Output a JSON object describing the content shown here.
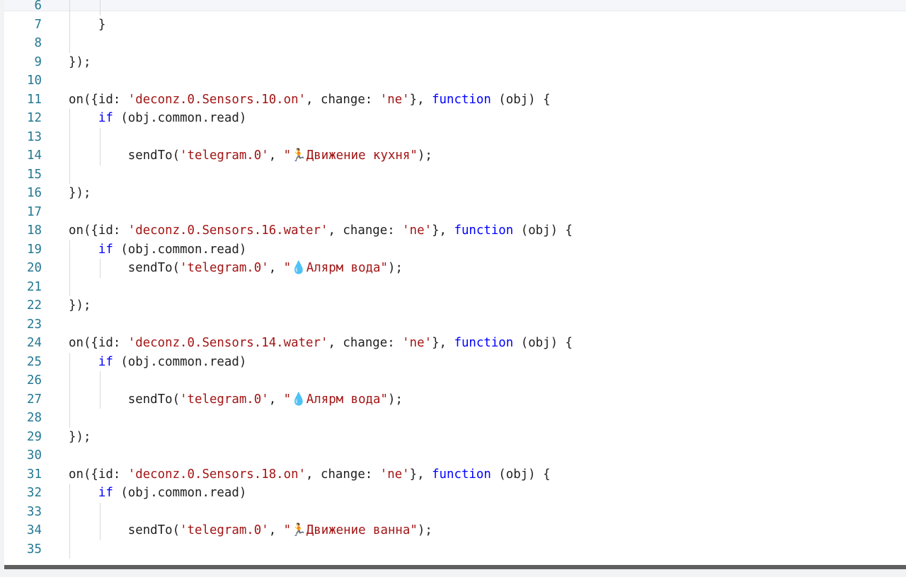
{
  "editor": {
    "colors": {
      "background": "#ffffff",
      "line_number": "#237893",
      "string": "#a31515",
      "keyword": "#0000ff",
      "text": "#1f1f1f",
      "indent_guide": "#d9d9d9",
      "scrollbar": "#5f5f5f"
    },
    "lines": [
      {
        "n": "6",
        "guides": 2,
        "tokens": []
      },
      {
        "n": "7",
        "guides": 1,
        "tokens": [
          {
            "t": "    }",
            "c": "plain"
          }
        ]
      },
      {
        "n": "8",
        "guides": 1,
        "tokens": []
      },
      {
        "n": "9",
        "guides": 0,
        "tokens": [
          {
            "t": "});",
            "c": "plain"
          }
        ]
      },
      {
        "n": "10",
        "guides": 0,
        "tokens": []
      },
      {
        "n": "11",
        "guides": 0,
        "tokens": [
          {
            "t": "on({id: ",
            "c": "plain"
          },
          {
            "t": "'deconz.0.Sensors.10.on'",
            "c": "str"
          },
          {
            "t": ", change: ",
            "c": "plain"
          },
          {
            "t": "'ne'",
            "c": "str"
          },
          {
            "t": "}, ",
            "c": "plain"
          },
          {
            "t": "function",
            "c": "kw"
          },
          {
            "t": " (obj) {",
            "c": "plain"
          }
        ]
      },
      {
        "n": "12",
        "guides": 1,
        "tokens": [
          {
            "t": "    ",
            "c": "plain"
          },
          {
            "t": "if",
            "c": "kw"
          },
          {
            "t": " (obj.common.read)",
            "c": "plain"
          }
        ]
      },
      {
        "n": "13",
        "guides": 2,
        "tokens": []
      },
      {
        "n": "14",
        "guides": 2,
        "tokens": [
          {
            "t": "        sendTo(",
            "c": "plain"
          },
          {
            "t": "'telegram.0'",
            "c": "str"
          },
          {
            "t": ", ",
            "c": "plain"
          },
          {
            "t": "\"",
            "c": "str"
          },
          {
            "t": "🏃",
            "c": "emoji"
          },
          {
            "t": "Движение кухня\"",
            "c": "str"
          },
          {
            "t": ");",
            "c": "plain"
          }
        ]
      },
      {
        "n": "15",
        "guides": 1,
        "tokens": []
      },
      {
        "n": "16",
        "guides": 0,
        "tokens": [
          {
            "t": "});",
            "c": "plain"
          }
        ]
      },
      {
        "n": "17",
        "guides": 0,
        "tokens": []
      },
      {
        "n": "18",
        "guides": 0,
        "tokens": [
          {
            "t": "on({id: ",
            "c": "plain"
          },
          {
            "t": "'deconz.0.Sensors.16.water'",
            "c": "str"
          },
          {
            "t": ", change: ",
            "c": "plain"
          },
          {
            "t": "'ne'",
            "c": "str"
          },
          {
            "t": "}, ",
            "c": "plain"
          },
          {
            "t": "function",
            "c": "kw"
          },
          {
            "t": " (obj) {",
            "c": "plain"
          }
        ]
      },
      {
        "n": "19",
        "guides": 1,
        "tokens": [
          {
            "t": "    ",
            "c": "plain"
          },
          {
            "t": "if",
            "c": "kw"
          },
          {
            "t": " (obj.common.read)",
            "c": "plain"
          }
        ]
      },
      {
        "n": "20",
        "guides": 2,
        "tokens": [
          {
            "t": "        sendTo(",
            "c": "plain"
          },
          {
            "t": "'telegram.0'",
            "c": "str"
          },
          {
            "t": ", ",
            "c": "plain"
          },
          {
            "t": "\"",
            "c": "str"
          },
          {
            "t": "💧",
            "c": "emoji"
          },
          {
            "t": "Алярм вода\"",
            "c": "str"
          },
          {
            "t": ");",
            "c": "plain"
          }
        ]
      },
      {
        "n": "21",
        "guides": 1,
        "tokens": []
      },
      {
        "n": "22",
        "guides": 0,
        "tokens": [
          {
            "t": "});",
            "c": "plain"
          }
        ]
      },
      {
        "n": "23",
        "guides": 0,
        "tokens": []
      },
      {
        "n": "24",
        "guides": 0,
        "tokens": [
          {
            "t": "on({id: ",
            "c": "plain"
          },
          {
            "t": "'deconz.0.Sensors.14.water'",
            "c": "str"
          },
          {
            "t": ", change: ",
            "c": "plain"
          },
          {
            "t": "'ne'",
            "c": "str"
          },
          {
            "t": "}, ",
            "c": "plain"
          },
          {
            "t": "function",
            "c": "kw"
          },
          {
            "t": " (obj) {",
            "c": "plain"
          }
        ]
      },
      {
        "n": "25",
        "guides": 1,
        "tokens": [
          {
            "t": "    ",
            "c": "plain"
          },
          {
            "t": "if",
            "c": "kw"
          },
          {
            "t": " (obj.common.read)",
            "c": "plain"
          }
        ]
      },
      {
        "n": "26",
        "guides": 2,
        "tokens": []
      },
      {
        "n": "27",
        "guides": 2,
        "tokens": [
          {
            "t": "        sendTo(",
            "c": "plain"
          },
          {
            "t": "'telegram.0'",
            "c": "str"
          },
          {
            "t": ", ",
            "c": "plain"
          },
          {
            "t": "\"",
            "c": "str"
          },
          {
            "t": "💧",
            "c": "emoji"
          },
          {
            "t": "Алярм вода\"",
            "c": "str"
          },
          {
            "t": ");",
            "c": "plain"
          }
        ]
      },
      {
        "n": "28",
        "guides": 1,
        "tokens": []
      },
      {
        "n": "29",
        "guides": 0,
        "tokens": [
          {
            "t": "});",
            "c": "plain"
          }
        ]
      },
      {
        "n": "30",
        "guides": 0,
        "tokens": []
      },
      {
        "n": "31",
        "guides": 0,
        "tokens": [
          {
            "t": "on({id: ",
            "c": "plain"
          },
          {
            "t": "'deconz.0.Sensors.18.on'",
            "c": "str"
          },
          {
            "t": ", change: ",
            "c": "plain"
          },
          {
            "t": "'ne'",
            "c": "str"
          },
          {
            "t": "}, ",
            "c": "plain"
          },
          {
            "t": "function",
            "c": "kw"
          },
          {
            "t": " (obj) {",
            "c": "plain"
          }
        ]
      },
      {
        "n": "32",
        "guides": 1,
        "tokens": [
          {
            "t": "    ",
            "c": "plain"
          },
          {
            "t": "if",
            "c": "kw"
          },
          {
            "t": " (obj.common.read)",
            "c": "plain"
          }
        ]
      },
      {
        "n": "33",
        "guides": 2,
        "tokens": []
      },
      {
        "n": "34",
        "guides": 2,
        "tokens": [
          {
            "t": "        sendTo(",
            "c": "plain"
          },
          {
            "t": "'telegram.0'",
            "c": "str"
          },
          {
            "t": ", ",
            "c": "plain"
          },
          {
            "t": "\"",
            "c": "str"
          },
          {
            "t": "🏃",
            "c": "emoji"
          },
          {
            "t": "Движение ванна\"",
            "c": "str"
          },
          {
            "t": ");",
            "c": "plain"
          }
        ]
      },
      {
        "n": "35",
        "guides": 1,
        "tokens": []
      }
    ]
  }
}
